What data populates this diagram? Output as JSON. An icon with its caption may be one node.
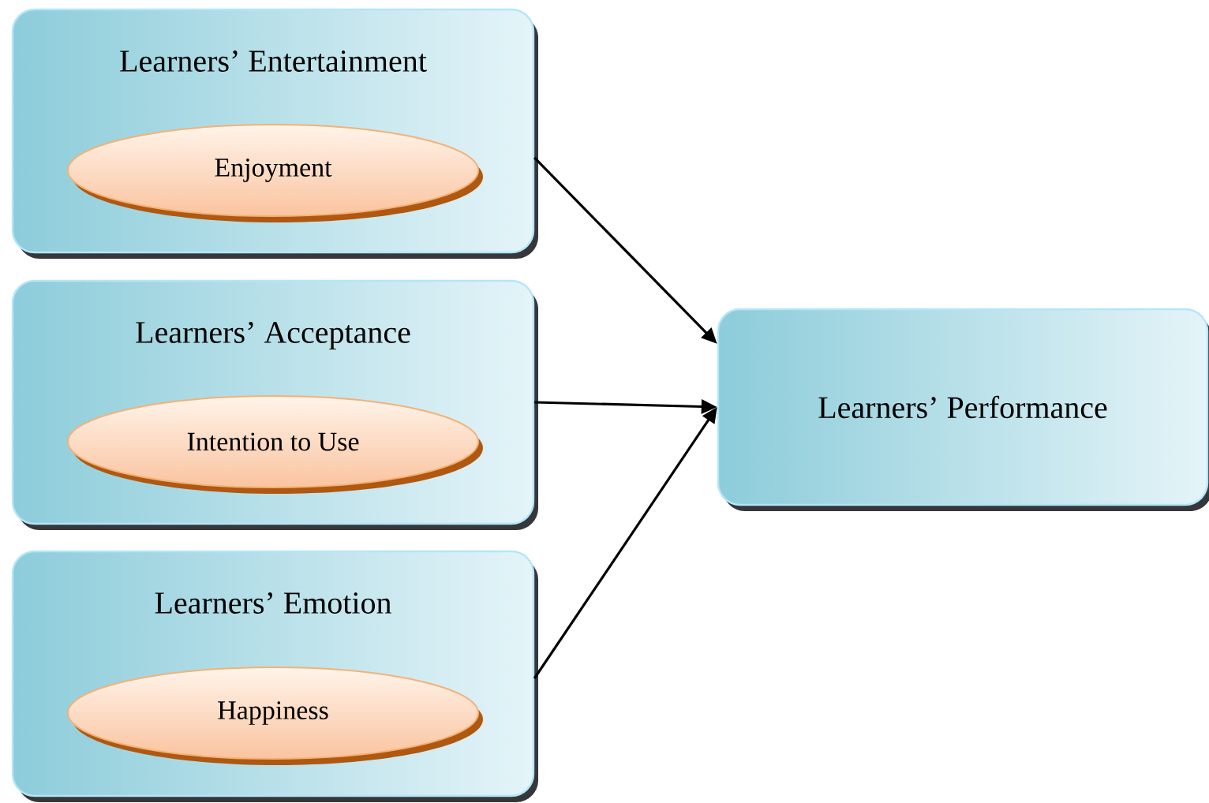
{
  "diagram": {
    "nodes": [
      {
        "text": [
          "Learners’ Entertainment"
        ]
      },
      {
        "text": [
          "Enjoyment"
        ],
        "in": 0
      },
      {
        "text": [
          "Learners’ Acceptance"
        ]
      },
      {
        "text": [
          "Intention to Use"
        ],
        "in": 2
      },
      {
        "text": [
          "Learners’ Emotion"
        ]
      },
      {
        "text": [
          "Happiness"
        ],
        "in": 4
      },
      {
        "text": [
          "Learners’ Performance"
        ]
      }
    ],
    "edges": [
      {
        "from": 0,
        "to": 6,
        "arrow": "to"
      },
      {
        "from": 2,
        "to": 6,
        "arrow": "to"
      },
      {
        "from": 4,
        "to": 6,
        "arrow": "to"
      }
    ]
  }
}
